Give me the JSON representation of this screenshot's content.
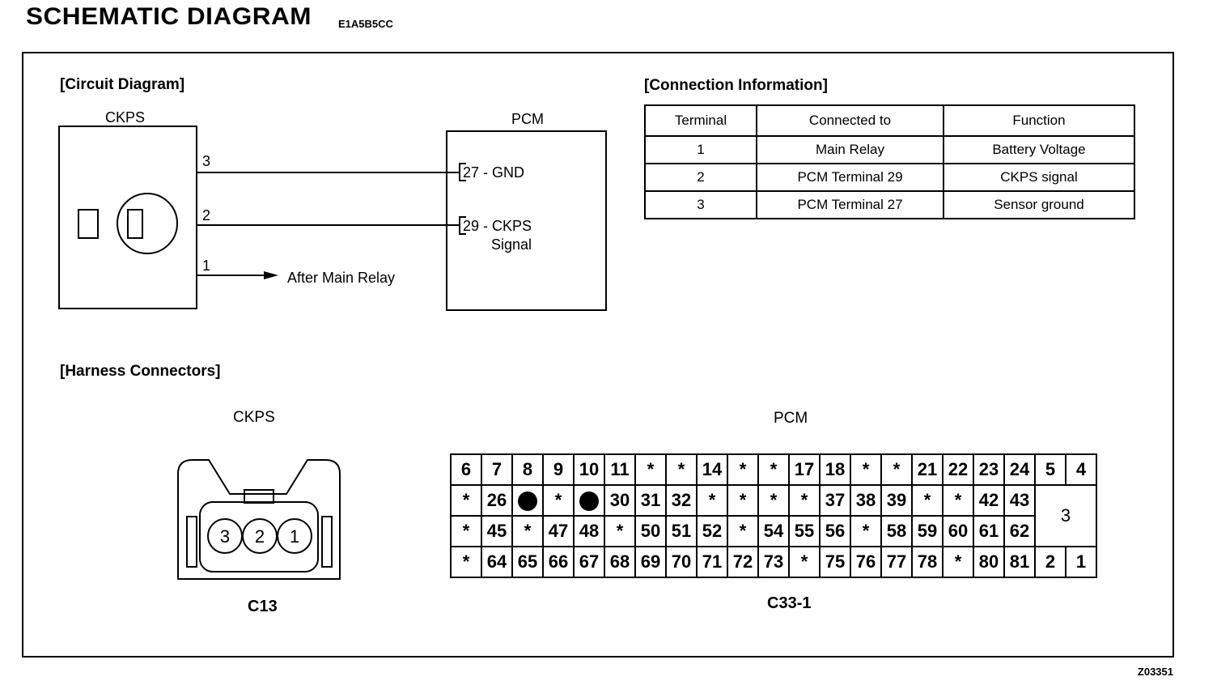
{
  "header": {
    "title": "SCHEMATIC  DIAGRAM",
    "doc_code": "E1A5B5CC",
    "figure_code": "Z03351"
  },
  "circuit": {
    "section_title": "[Circuit Diagram]",
    "ckps_label": "CKPS",
    "pcm_label": "PCM",
    "pin3": "3",
    "pin2": "2",
    "pin1": "1",
    "pcm_term_27": "27",
    "pcm_term_27_desc": " - GND",
    "pcm_term_29": "29",
    "pcm_term_29_desc": " - CKPS",
    "pcm_term_29_desc2": "Signal",
    "after_main_relay": "After Main Relay"
  },
  "connection": {
    "section_title": "[Connection Information]",
    "headers": [
      "Terminal",
      "Connected to",
      "Function"
    ],
    "rows": [
      [
        "1",
        "Main Relay",
        "Battery Voltage"
      ],
      [
        "2",
        "PCM Terminal 29",
        "CKPS signal"
      ],
      [
        "3",
        "PCM Terminal 27",
        "Sensor ground"
      ]
    ]
  },
  "harness": {
    "section_title": "[Harness Connectors]",
    "ckps_label": "CKPS",
    "ckps_pins": [
      "3",
      "2",
      "1"
    ],
    "ckps_connector_id": "C13",
    "pcm_label": "PCM",
    "pcm_connector_id": "C33-1",
    "pcm_rows": [
      [
        "6",
        "7",
        "8",
        "9",
        "10",
        "11",
        "*",
        "*",
        "14",
        "*",
        "*",
        "17",
        "18",
        "*",
        "*",
        "21",
        "22",
        "23",
        "24",
        "5",
        "4"
      ],
      [
        "*",
        "26",
        "●",
        "*",
        "●",
        "30",
        "31",
        "32",
        "*",
        "*",
        "*",
        "*",
        "37",
        "38",
        "39",
        "*",
        "*",
        "42",
        "43"
      ],
      [
        "*",
        "45",
        "*",
        "47",
        "48",
        "*",
        "50",
        "51",
        "52",
        "*",
        "54",
        "55",
        "56",
        "*",
        "58",
        "59",
        "60",
        "61",
        "62"
      ],
      [
        "*",
        "64",
        "65",
        "66",
        "67",
        "68",
        "69",
        "70",
        "71",
        "72",
        "73",
        "*",
        "75",
        "76",
        "77",
        "78",
        "*",
        "80",
        "81",
        "2",
        "1"
      ]
    ],
    "pcm_big_cell": "3"
  }
}
